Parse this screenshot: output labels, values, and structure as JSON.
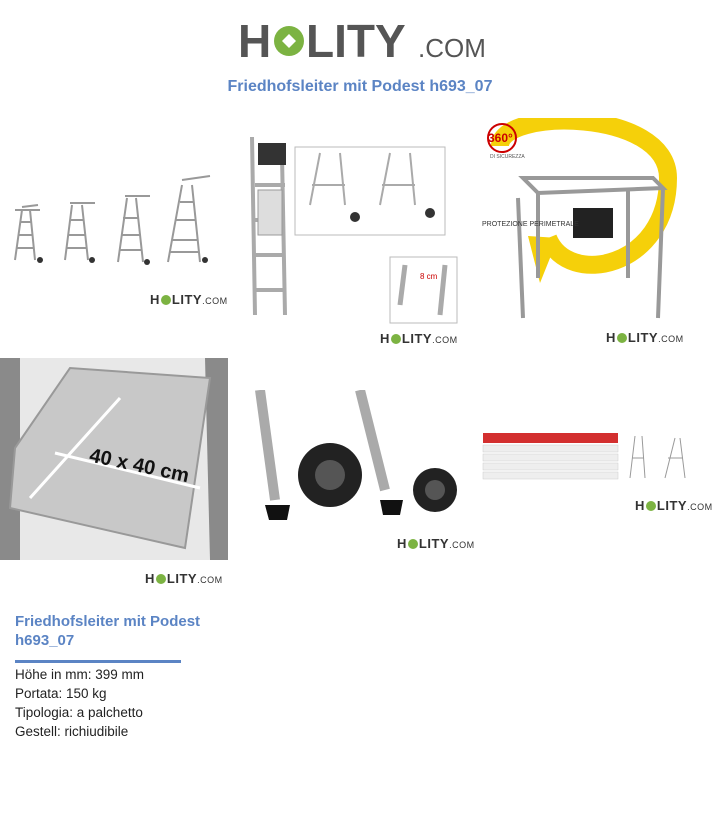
{
  "brand": {
    "logo_word": "H LITY",
    "logo_suffix": ".COM",
    "mini_word_a": "H",
    "mini_word_b": "LITY",
    "mini_suffix": ".COM"
  },
  "page_title": "Friedhofsleiter mit Podest h693_07",
  "gallery": {
    "image3_badge": "360°",
    "image3_badge_sub": "DI SICUREZZA",
    "image3_caption": "PROTEZIONE PERIMETRALE",
    "image4_dimension": "40 x 40 cm",
    "image2_detail": "8 cm"
  },
  "product": {
    "name": "Friedhofsleiter mit Podest h693_07",
    "specs": [
      "Höhe in mm: 399 mm",
      "Portata: 150 kg",
      "Tipologia: a palchetto",
      "Gestell: richiudibile"
    ]
  },
  "colors": {
    "accent": "#5b84c4",
    "logo_green": "#7cb342",
    "logo_gray": "#555555",
    "arrow_yellow": "#f5d00a"
  }
}
